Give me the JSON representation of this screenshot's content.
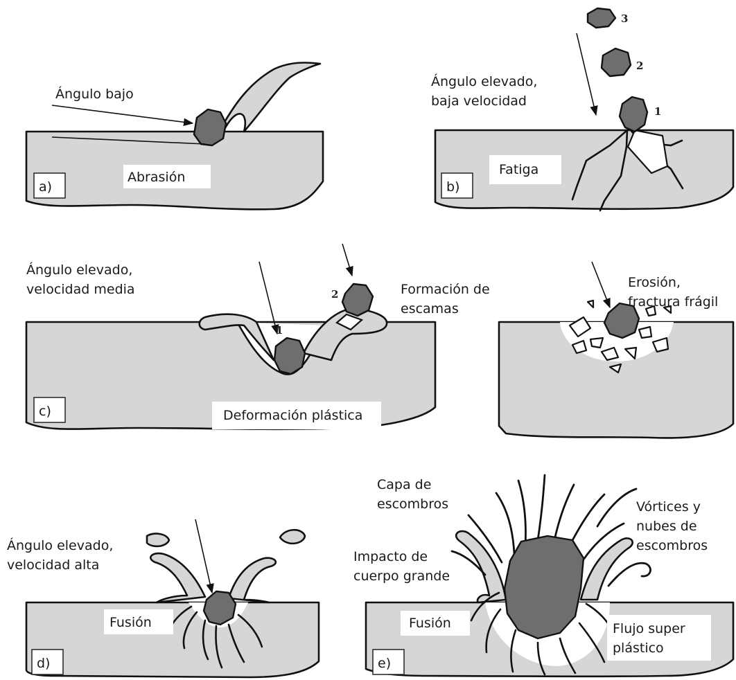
{
  "panels": {
    "a": {
      "tag": "a)",
      "angle_label": "Ángulo bajo",
      "mechanism": "Abrasión"
    },
    "b": {
      "tag": "b)",
      "condition_line1": "Ángulo elevado,",
      "condition_line2": "baja velocidad",
      "mechanism": "Fatiga",
      "particle_numbers": [
        "1",
        "2",
        "3"
      ]
    },
    "c": {
      "tag": "c)",
      "condition_line1": "Ángulo elevado,",
      "condition_line2": "velocidad media",
      "flake_line1": "Formación de",
      "flake_line2": "escamas",
      "mechanism": "Deformación plástica",
      "particle_numbers": [
        "1",
        "2"
      ],
      "brittle_line1": "Erosión,",
      "brittle_line2": "fractura frágil"
    },
    "d": {
      "tag": "d)",
      "condition_line1": "Ángulo elevado,",
      "condition_line2": "velocidad alta",
      "mechanism": "Fusión"
    },
    "e": {
      "tag": "e)",
      "debris_line1": "Capa de",
      "debris_line2": "escombros",
      "vortex_line1": "Vórtices y",
      "vortex_line2": "nubes de",
      "vortex_line3": "escombros",
      "impact_line1": "Impacto de",
      "impact_line2": "cuerpo grande",
      "melt": "Fusión",
      "flow_line1": "Flujo super",
      "flow_line2": "plástico"
    }
  },
  "colors": {
    "ground": "#d6d6d6",
    "particle": "#6e6e6e",
    "outline": "#111111"
  }
}
